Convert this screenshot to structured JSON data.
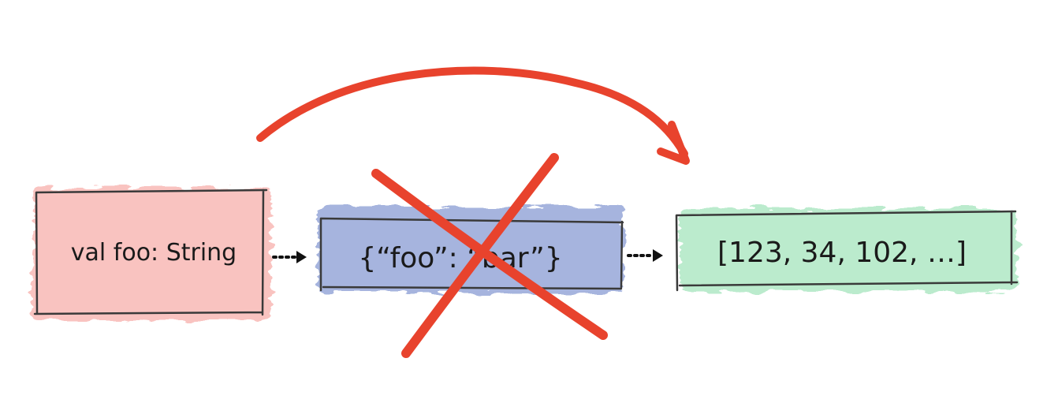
{
  "diagram": {
    "boxes": [
      {
        "id": "source",
        "label": "val foo: String",
        "fill": "#f6a09a"
      },
      {
        "id": "json",
        "label": "{“foo”: “bar”}",
        "fill": "#8ea0d6",
        "crossed_out": true
      },
      {
        "id": "bytes",
        "label": "[123, 34, 102, …]",
        "fill": "#9fe3b9"
      }
    ],
    "colors": {
      "stroke": "#3a3a3a",
      "arrow": "#111111",
      "accent_red": "#e8432d"
    },
    "icons": {
      "skip_arrow": "curved-arrow-icon",
      "cross": "x-cross-icon",
      "flow_arrow": "dotted-arrow-icon"
    }
  }
}
